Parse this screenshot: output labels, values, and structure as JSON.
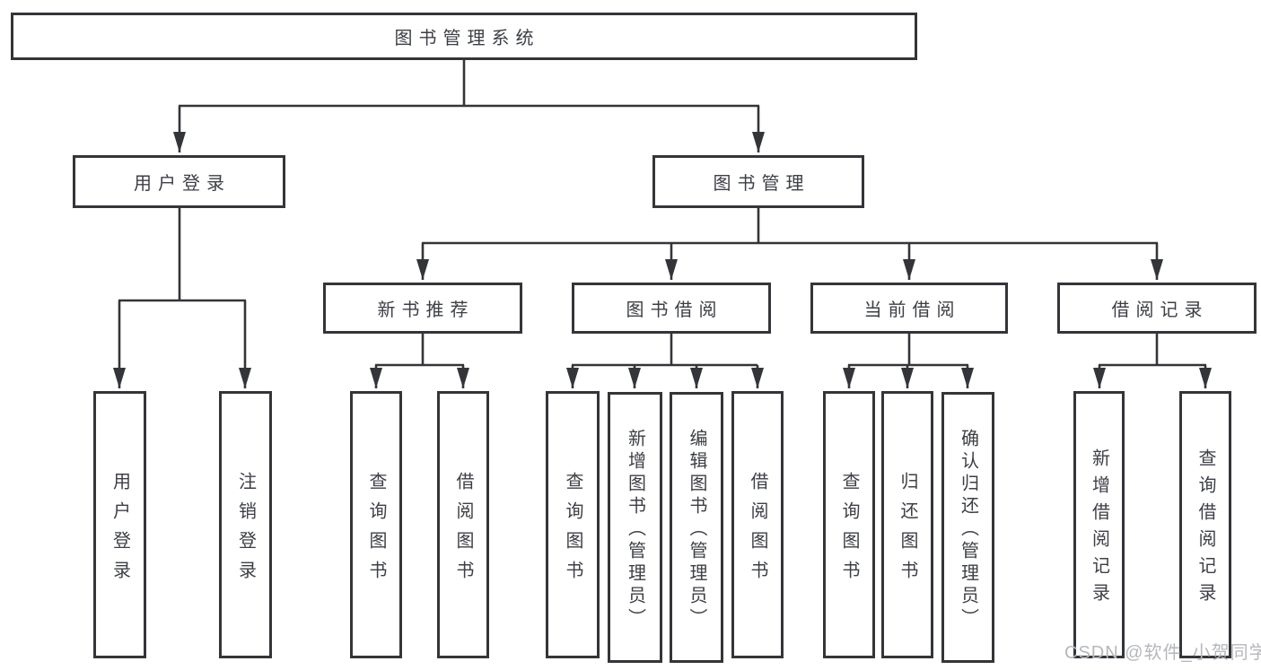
{
  "diagram_title": "图书管理系统",
  "watermark": "CSDN @软件_小贺同学",
  "colors": {
    "line": "#333539",
    "text": "#3c3f45",
    "box_background": "#ffffff",
    "watermark": "#b5b7bb"
  },
  "nodes": {
    "root": "图书管理系统",
    "user_login_group": "用户登录",
    "book_mgmt": "图书管理",
    "new_book_rec": "新书推荐",
    "book_borrow": "图书借阅",
    "current_borrow": "当前借阅",
    "borrow_records": "借阅记录",
    "user_login": "用户登录",
    "logout": "注销登录",
    "nbr_query": "查询图书",
    "nbr_borrow": "借阅图书",
    "bb_query": "查询图书",
    "bb_add": "新增图书（管理员）",
    "bb_edit": "编辑图书（管理员）",
    "bb_borrow": "借阅图书",
    "cb_query": "查询图书",
    "cb_return": "归还图书",
    "cb_confirm": "确认归还（管理员）",
    "br_add": "新增借阅记录",
    "br_query": "查询借阅记录"
  },
  "hierarchy": {
    "图书管理系统": {
      "用户登录": [
        "用户登录",
        "注销登录"
      ],
      "图书管理": {
        "新书推荐": [
          "查询图书",
          "借阅图书"
        ],
        "图书借阅": [
          "查询图书",
          "新增图书（管理员）",
          "编辑图书（管理员）",
          "借阅图书"
        ],
        "当前借阅": [
          "查询图书",
          "归还图书",
          "确认归还（管理员）"
        ],
        "借阅记录": [
          "新增借阅记录",
          "查询借阅记录"
        ]
      }
    }
  }
}
